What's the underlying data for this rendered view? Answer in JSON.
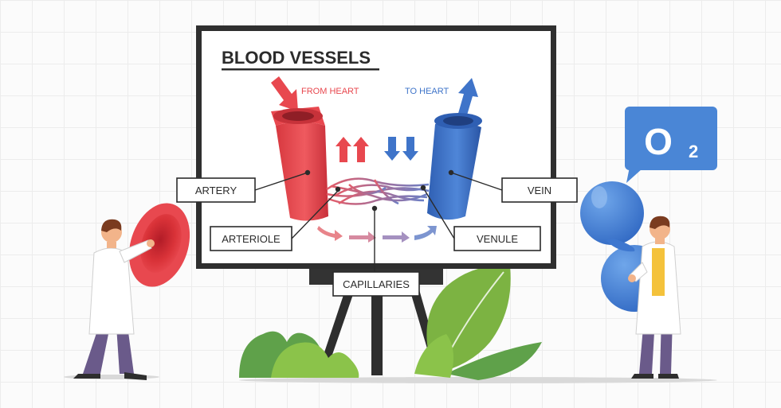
{
  "diagram": {
    "title": "BLOOD VESSELS",
    "from_heart": "FROM HEART",
    "to_heart": "TO HEART",
    "labels": {
      "artery": "ARTERY",
      "arteriole": "ARTERIOLE",
      "capillaries": "CAPILLARIES",
      "vein": "VEIN",
      "venule": "VENULE"
    },
    "oxygen_bubble": {
      "symbol": "O",
      "subscript": "2"
    }
  },
  "colors": {
    "artery": "#e8484f",
    "vein": "#3f74c9",
    "board_frame": "#3a3a3a",
    "leaf_green": "#8bc34a",
    "dark_green": "#5fa14a",
    "oxygen_blue": "#4a86d6"
  }
}
